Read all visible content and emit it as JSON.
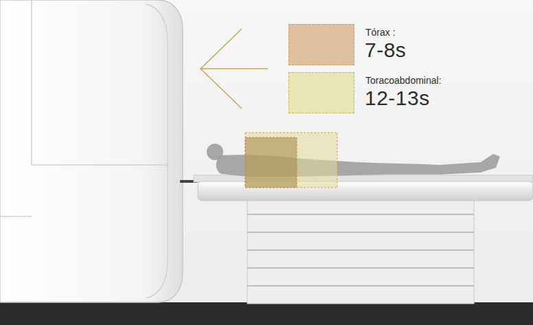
{
  "diagram": {
    "labels": [
      "7-8s",
      "12-13s"
    ],
    "legend": [
      {
        "text": "Tórax :",
        "color": "#dfc0a0"
      },
      {
        "text": "Toracoabdominal:",
        "color": "#e8e6b6"
      }
    ]
  }
}
